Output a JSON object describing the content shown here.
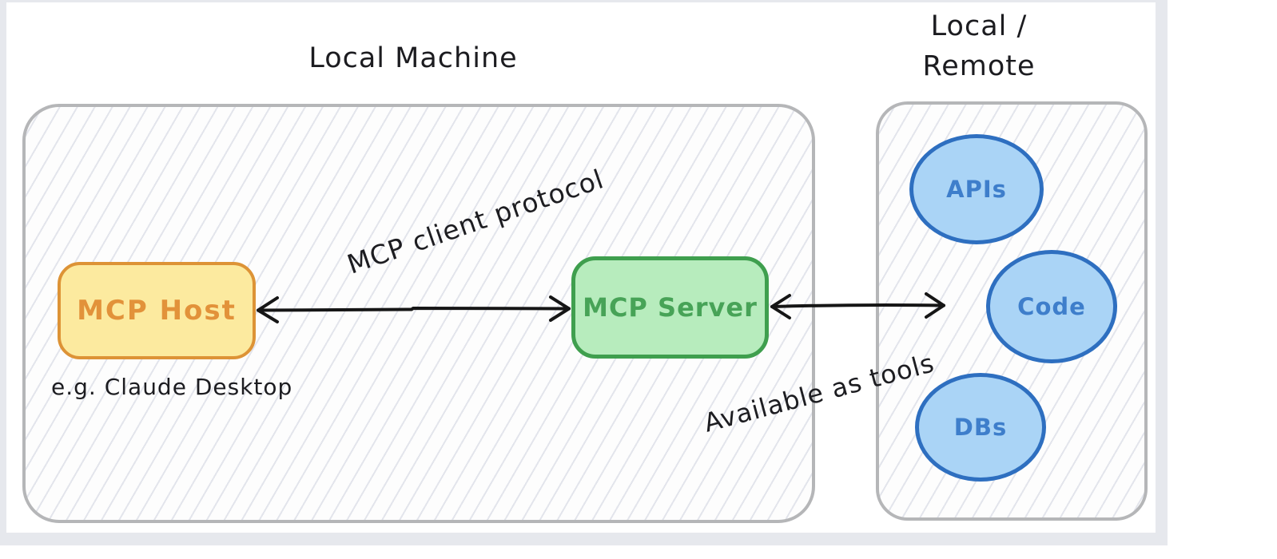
{
  "diagram": {
    "local_machine": {
      "title": "Local Machine",
      "host": {
        "label": "MCP Host",
        "caption": "e.g. Claude Desktop"
      },
      "server": {
        "label": "MCP Server"
      },
      "protocol_arrow_label": "MCP client protocol"
    },
    "local_remote": {
      "title_line1": "Local /",
      "title_line2": "Remote",
      "tools_arrow_label": "Available as tools",
      "nodes": [
        {
          "label": "APIs"
        },
        {
          "label": "Code"
        },
        {
          "label": "DBs"
        }
      ]
    },
    "colors": {
      "host_fill": "#fcea9f",
      "host_stroke": "#dd9336",
      "host_text": "#e2923a",
      "server_fill": "#b7ecbd",
      "server_stroke": "#3f9f4e",
      "server_text": "#47a357",
      "node_fill": "#aad4f6",
      "node_stroke": "#2e6fc0",
      "node_text": "#3e7ecb",
      "container_stroke": "#b5b6b8",
      "hatch_line": "#e3e5ec",
      "arrow_stroke": "#161616",
      "frame_background": "#e6e8ed",
      "text_black": "#1c1c20"
    }
  }
}
